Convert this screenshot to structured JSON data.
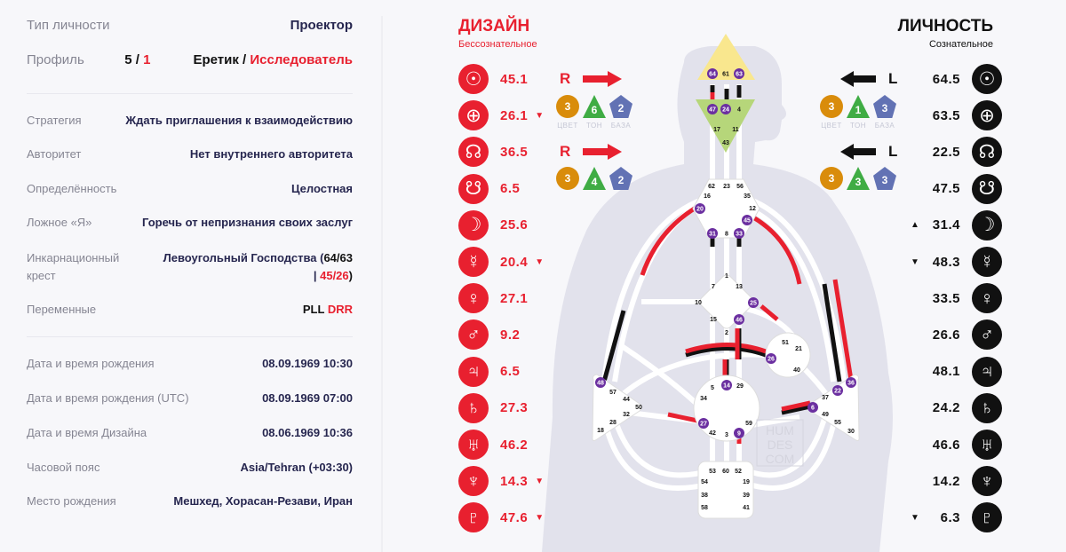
{
  "info": {
    "type": {
      "label": "Тип личности",
      "value": "Проектор"
    },
    "profile": {
      "label": "Профиль",
      "num_black": "5",
      "slash": " / ",
      "num_red": "1",
      "name_black": "Еретик",
      "name_slash": " / ",
      "name_red": "Исследователь"
    },
    "strategy": {
      "label": "Стратегия",
      "value": "Ждать приглашения к взаимодействию"
    },
    "authority": {
      "label": "Авторитет",
      "value": "Нет внутреннего авторитета"
    },
    "definition": {
      "label": "Определённость",
      "value": "Целостная"
    },
    "not_self": {
      "label": "Ложное «Я»",
      "value": "Горечь от непризнания своих заслуг"
    },
    "cross": {
      "label": "Инкарнационный крест",
      "value_main": "Левоугольный Господства (",
      "value_black": "64/63",
      "value_sep": " | ",
      "value_red": "45/26",
      "value_end": ")"
    },
    "variables": {
      "label": "Переменные",
      "black": "PLL",
      "red": "DRR"
    },
    "birth": {
      "label": "Дата и время рождения",
      "value": "08.09.1969 10:30"
    },
    "birth_utc": {
      "label": "Дата и время рождения (UTC)",
      "value": "08.09.1969 07:00"
    },
    "design_date": {
      "label": "Дата и время Дизайна",
      "value": "08.06.1969 10:36"
    },
    "timezone": {
      "label": "Часовой пояс",
      "value": "Asia/Tehran (+03:30)"
    },
    "place": {
      "label": "Место рождения",
      "value": "Мешхед, Хорасан-Резави, Иран"
    }
  },
  "design": {
    "title": "ДИЗАЙН",
    "subtitle": "Бессознательное",
    "color": "#e8202f",
    "planets": [
      {
        "name": "sun",
        "glyph": "☉",
        "value": "45.1",
        "marker": ""
      },
      {
        "name": "earth",
        "glyph": "⊕",
        "value": "26.1",
        "marker": "▼"
      },
      {
        "name": "north-node",
        "glyph": "☊",
        "value": "36.5",
        "marker": ""
      },
      {
        "name": "south-node",
        "glyph": "☋",
        "value": "6.5",
        "marker": ""
      },
      {
        "name": "moon",
        "glyph": "☽",
        "value": "25.6",
        "marker": ""
      },
      {
        "name": "mercury",
        "glyph": "☿",
        "value": "20.4",
        "marker": "▼"
      },
      {
        "name": "venus",
        "glyph": "♀",
        "value": "27.1",
        "marker": ""
      },
      {
        "name": "mars",
        "glyph": "♂",
        "value": "9.2",
        "marker": ""
      },
      {
        "name": "jupiter",
        "glyph": "♃",
        "value": "6.5",
        "marker": ""
      },
      {
        "name": "saturn",
        "glyph": "♄",
        "value": "27.3",
        "marker": ""
      },
      {
        "name": "uranus",
        "glyph": "♅",
        "value": "46.2",
        "marker": ""
      },
      {
        "name": "neptune",
        "glyph": "♆",
        "value": "14.3",
        "marker": "▼"
      },
      {
        "name": "pluto",
        "glyph": "♇",
        "value": "47.6",
        "marker": "▼"
      }
    ],
    "variables": [
      {
        "letter": "R",
        "color": "3",
        "tone": "6",
        "base": "2"
      },
      {
        "letter": "R",
        "color": "3",
        "tone": "4",
        "base": "2"
      }
    ]
  },
  "personality": {
    "title": "ЛИЧНОСТЬ",
    "subtitle": "Сознательное",
    "color": "#111111",
    "planets": [
      {
        "name": "sun",
        "glyph": "☉",
        "value": "64.5",
        "marker": ""
      },
      {
        "name": "earth",
        "glyph": "⊕",
        "value": "63.5",
        "marker": ""
      },
      {
        "name": "north-node",
        "glyph": "☊",
        "value": "22.5",
        "marker": ""
      },
      {
        "name": "south-node",
        "glyph": "☋",
        "value": "47.5",
        "marker": ""
      },
      {
        "name": "moon",
        "glyph": "☽",
        "value": "31.4",
        "marker": "▲"
      },
      {
        "name": "mercury",
        "glyph": "☿",
        "value": "48.3",
        "marker": "▼"
      },
      {
        "name": "venus",
        "glyph": "♀",
        "value": "33.5",
        "marker": ""
      },
      {
        "name": "mars",
        "glyph": "♂",
        "value": "26.6",
        "marker": ""
      },
      {
        "name": "jupiter",
        "glyph": "♃",
        "value": "48.1",
        "marker": ""
      },
      {
        "name": "saturn",
        "glyph": "♄",
        "value": "24.2",
        "marker": ""
      },
      {
        "name": "uranus",
        "glyph": "♅",
        "value": "46.6",
        "marker": ""
      },
      {
        "name": "neptune",
        "glyph": "♆",
        "value": "14.2",
        "marker": ""
      },
      {
        "name": "pluto",
        "glyph": "♇",
        "value": "6.3",
        "marker": "▼"
      }
    ],
    "variables": [
      {
        "letter": "L",
        "color": "3",
        "tone": "1",
        "base": "3"
      },
      {
        "letter": "L",
        "color": "3",
        "tone": "3",
        "base": "3"
      }
    ]
  },
  "variable_labels": {
    "color": "ЦВЕТ",
    "tone": "ТОН",
    "base": "БАЗА"
  },
  "bodygraph": {
    "watermark": [
      "HUM",
      "DES",
      "COM"
    ],
    "centers": {
      "head": {
        "gates": [
          "64",
          "61",
          "63"
        ],
        "active": [
          "64",
          "63"
        ]
      },
      "ajna": {
        "gates": [
          "47",
          "24",
          "4",
          "17",
          "11",
          "43"
        ],
        "active": [
          "47",
          "24"
        ]
      },
      "throat": {
        "gates": [
          "62",
          "23",
          "56",
          "16",
          "35",
          "20",
          "12",
          "45",
          "31",
          "8",
          "33"
        ],
        "active": [
          "20",
          "45",
          "31",
          "33"
        ]
      },
      "g": {
        "gates": [
          "1",
          "7",
          "13",
          "10",
          "25",
          "15",
          "46",
          "2"
        ],
        "active": [
          "25",
          "46"
        ]
      },
      "ego": {
        "gates": [
          "51",
          "21",
          "26",
          "40"
        ],
        "active": [
          "26"
        ]
      },
      "spleen": {
        "gates": [
          "48",
          "57",
          "44",
          "50",
          "32",
          "28",
          "18"
        ],
        "active": [
          "48"
        ]
      },
      "sacral": {
        "gates": [
          "5",
          "14",
          "29",
          "34",
          "27",
          "59",
          "42",
          "3",
          "9"
        ],
        "active": [
          "14",
          "27",
          "9"
        ]
      },
      "solar_plexus": {
        "gates": [
          "36",
          "22",
          "37",
          "6",
          "49",
          "55",
          "30"
        ],
        "active": [
          "36",
          "22",
          "6"
        ]
      },
      "root": {
        "gates": [
          "53",
          "60",
          "52",
          "54",
          "19",
          "38",
          "39",
          "58",
          "41"
        ],
        "active": []
      }
    }
  }
}
